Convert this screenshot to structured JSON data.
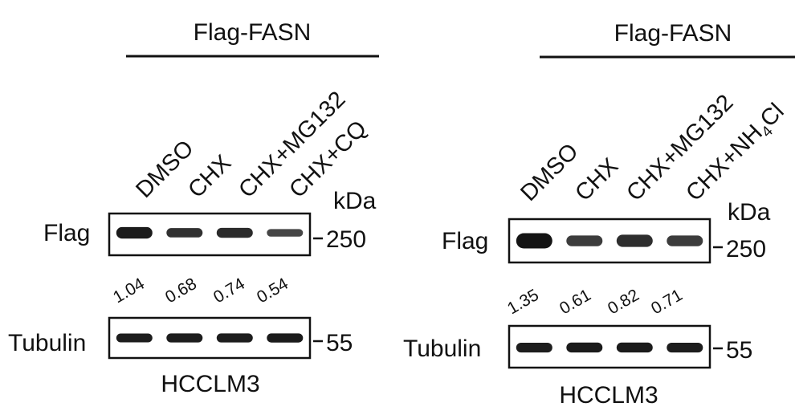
{
  "panels": [
    {
      "construct": "Flag-FASN",
      "lanes": [
        {
          "label": "DMSO",
          "sub": "",
          "tail": ""
        },
        {
          "label": "CHX",
          "sub": "",
          "tail": ""
        },
        {
          "label": "CHX+MG132",
          "sub": "",
          "tail": ""
        },
        {
          "label": "CHX+CQ",
          "sub": "",
          "tail": ""
        }
      ],
      "kda_label": "kDa",
      "blots": [
        {
          "label": "Flag",
          "marker": "250",
          "intensities": [
            0.95,
            0.78,
            0.82,
            0.62
          ]
        },
        {
          "label": "Tubulin",
          "marker": "55",
          "intensities": [
            0.92,
            0.93,
            0.93,
            0.94
          ]
        }
      ],
      "quantification": [
        "1.04",
        "0.68",
        "0.74",
        "0.54"
      ],
      "cell_line": "HCCLM3"
    },
    {
      "construct": "Flag-FASN",
      "lanes": [
        {
          "label": "DMSO",
          "sub": "",
          "tail": ""
        },
        {
          "label": "CHX",
          "sub": "",
          "tail": ""
        },
        {
          "label": "CHX+MG132",
          "sub": "",
          "tail": ""
        },
        {
          "label": "CHX+NH",
          "sub": "4",
          "tail": "Cl"
        }
      ],
      "kda_label": "kDa",
      "blots": [
        {
          "label": "Flag",
          "marker": "250",
          "intensities": [
            1.0,
            0.7,
            0.8,
            0.7
          ]
        },
        {
          "label": "Tubulin",
          "marker": "55",
          "intensities": [
            0.93,
            0.95,
            0.95,
            0.93
          ]
        }
      ],
      "quantification": [
        "1.35",
        "0.61",
        "0.82",
        "0.71"
      ],
      "cell_line": "HCCLM3"
    }
  ],
  "colors": {
    "ink": "#111111",
    "band": "#141414",
    "background": "#ffffff"
  }
}
